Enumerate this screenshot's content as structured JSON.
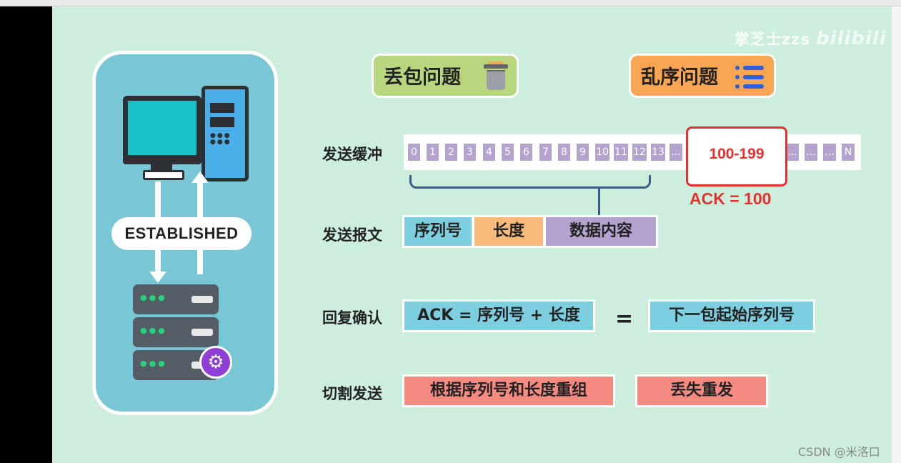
{
  "watermark": {
    "author": "掌芝士zzs",
    "platform": "bilibili"
  },
  "left_card": {
    "state_label": "ESTABLISHED"
  },
  "tags": {
    "loss": "丢包问题",
    "order": "乱序问题"
  },
  "rows": {
    "buffer": "发送缓冲",
    "message": "发送报文",
    "ack": "回复确认",
    "split": "切割发送"
  },
  "buffer_cells": [
    "0",
    "1",
    "2",
    "3",
    "4",
    "5",
    "6",
    "7",
    "8",
    "9",
    "10",
    "11",
    "12",
    "13",
    "...",
    "...",
    "...",
    "...",
    "...",
    "...",
    "...",
    "N"
  ],
  "highlight": {
    "range": "100-199",
    "ack": "ACK = 100"
  },
  "message_fields": [
    "序列号",
    "长度",
    "数据内容"
  ],
  "ack_row": {
    "formula": "ACK = 序列号 + 长度",
    "equals": "=",
    "result": "下一包起始序列号"
  },
  "split_row": {
    "reassemble": "根据序列号和长度重组",
    "retransmit": "丢失重发"
  },
  "footer": {
    "credit": "CSDN @米洛口"
  },
  "colors": {
    "slide_bg": "#cdeedd",
    "card_blue": "#78c6d6",
    "tag_green": "#b8d67e",
    "tag_orange": "#f8a653",
    "cell_purple": "#b4a2cf",
    "field_blue": "#7dcfe0",
    "field_orange": "#f8ba7a",
    "split_red": "#f58a80",
    "highlight_red": "#e53030"
  },
  "icons": [
    "desktop-computer-icon",
    "server-rack-icon",
    "gear-icon",
    "trash-can-icon",
    "list-icon"
  ]
}
